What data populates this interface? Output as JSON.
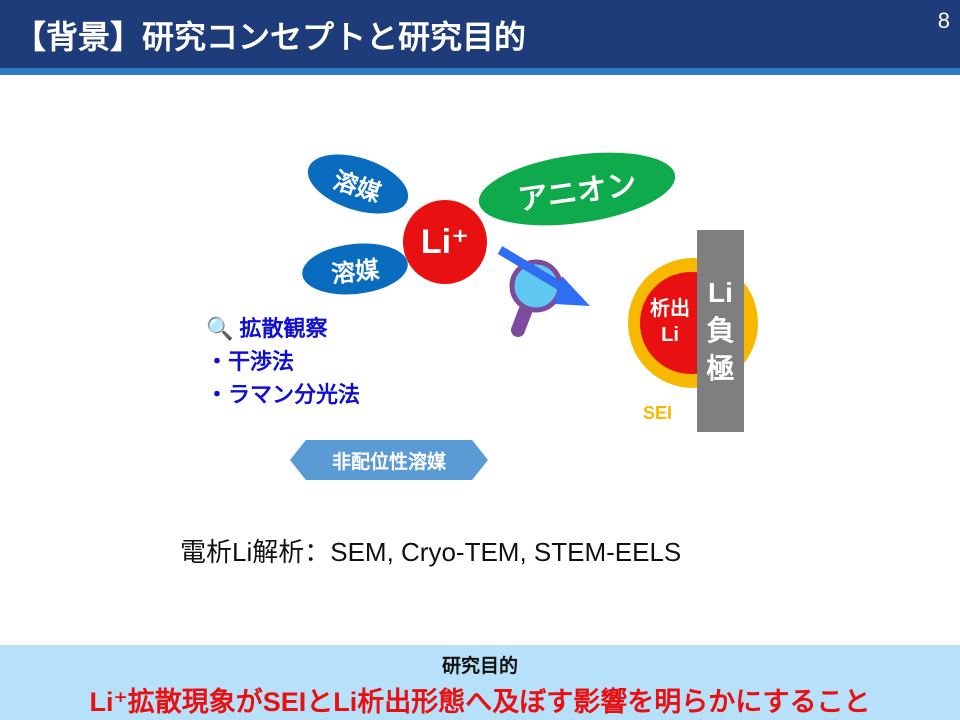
{
  "header": {
    "title": "【背景】研究コンセプトと研究目的",
    "page_number": "8"
  },
  "diagram": {
    "solvent1": "溶媒",
    "solvent2": "溶媒",
    "anion": "アニオン",
    "li_ion": "Li⁺",
    "deposit_line1": "析出",
    "deposit_line2": "Li",
    "anode": [
      "Li",
      "負",
      "極"
    ],
    "sei": "SEI",
    "noncoord": "非配位性溶媒"
  },
  "observation": {
    "heading": "拡散観察",
    "items": [
      "・干渉法",
      "・ラマン分光法"
    ]
  },
  "analysis": "電析Li解析：SEM, Cryo-TEM, STEM-EELS",
  "goal": {
    "heading": "研究目的",
    "text": "Li⁺拡散現象がSEIとLi析出形態へ及ぼす影響を明らかにすること"
  },
  "colors": {
    "header": "#1f3c7a",
    "solvent": "#0a6cbf",
    "anion": "#0eaa4b",
    "li": "#e81010",
    "sei": "#f7b800",
    "goal_bg": "#b7e1fb"
  }
}
